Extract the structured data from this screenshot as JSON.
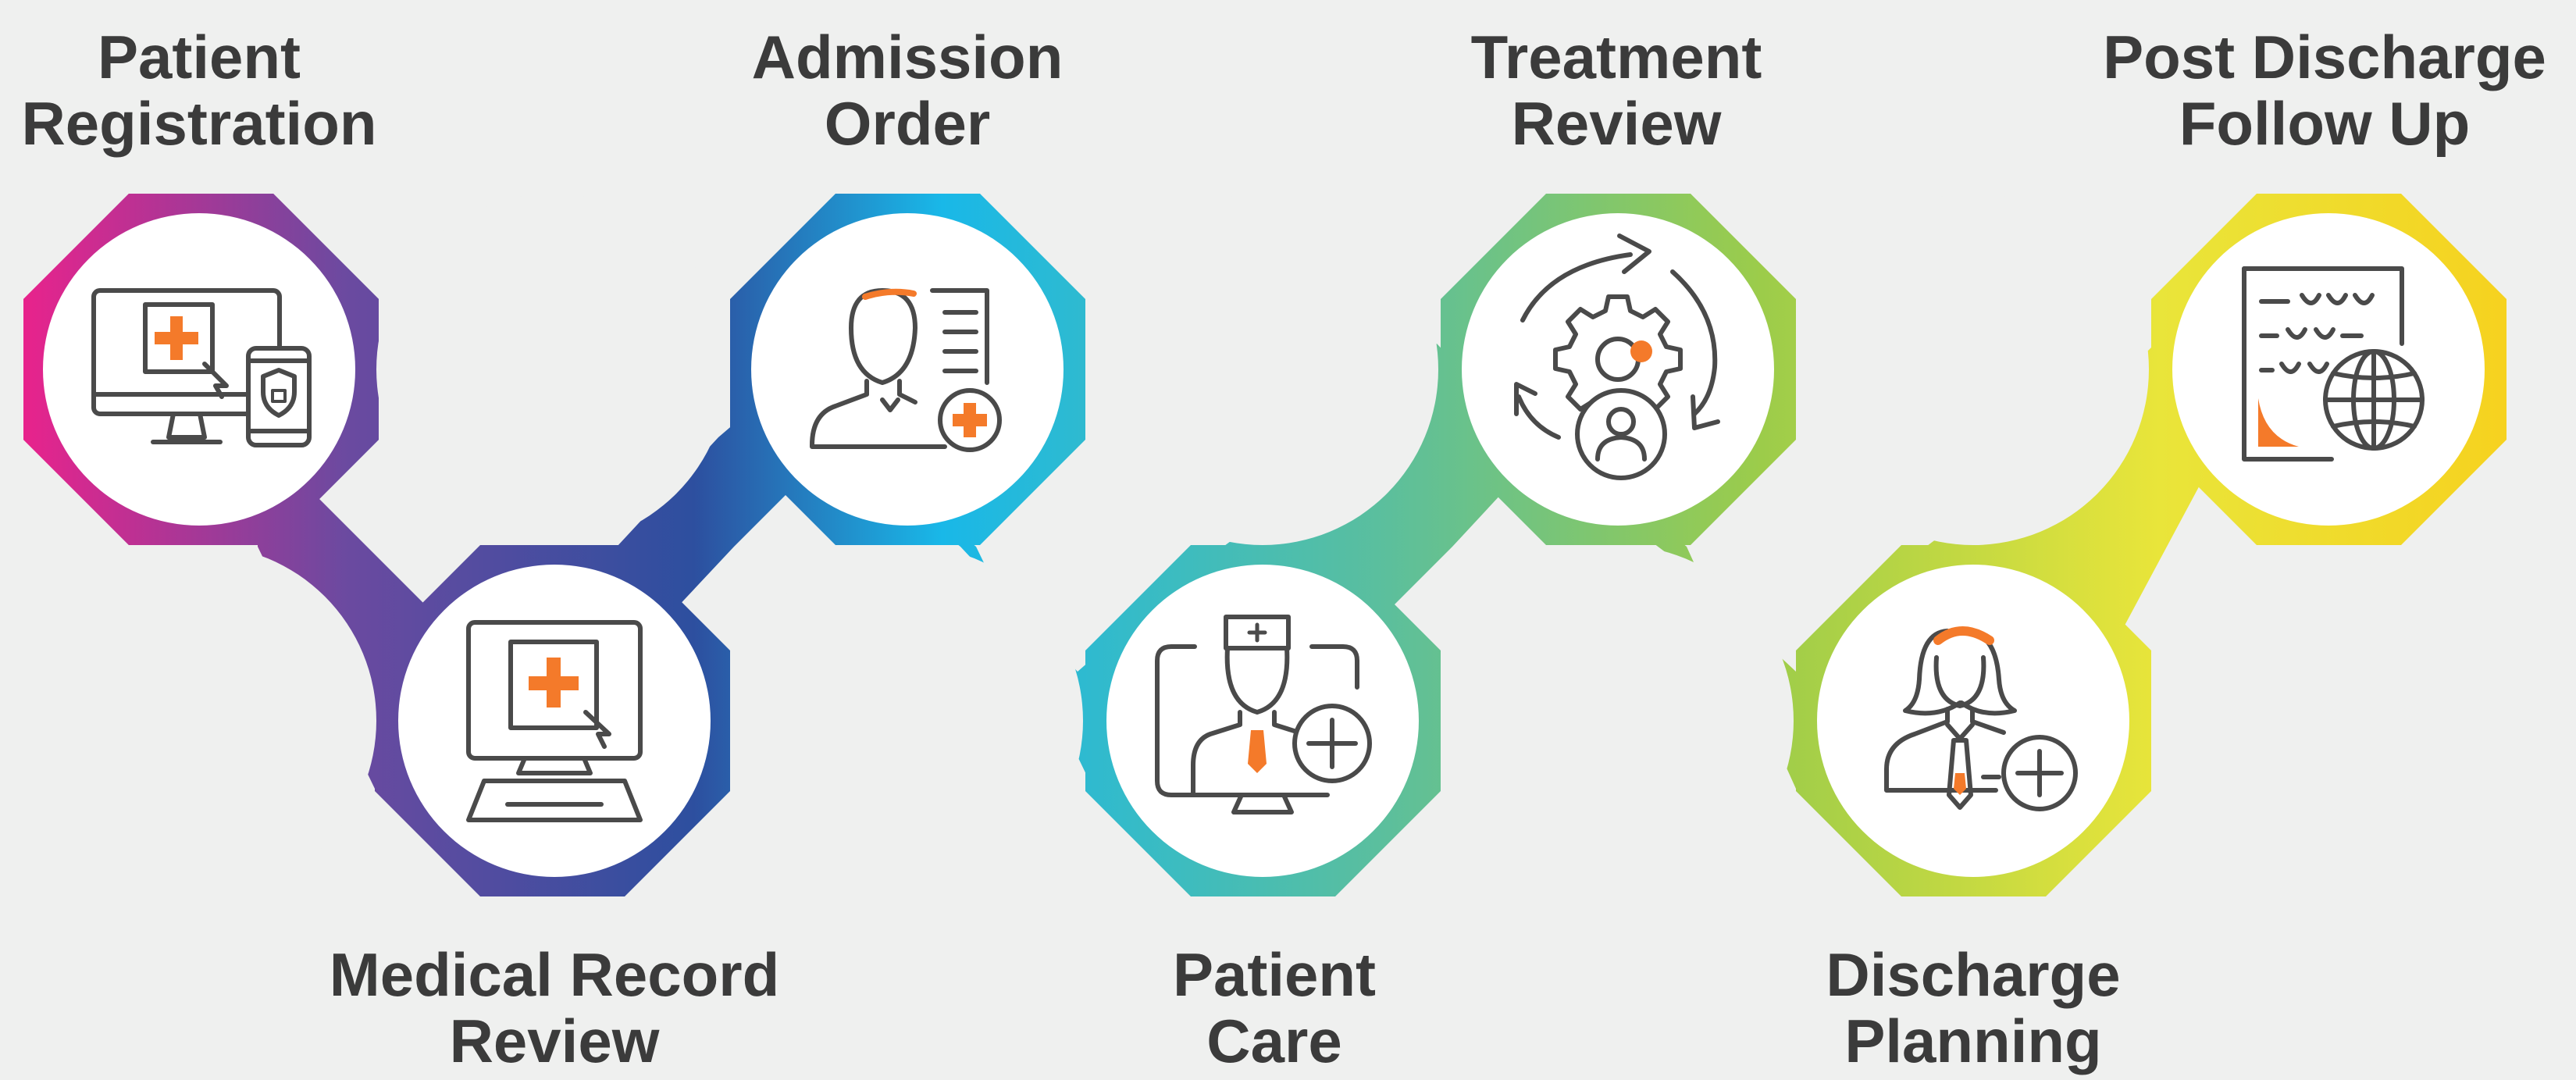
{
  "steps": [
    {
      "line1": "Patient",
      "line2": "Registration",
      "icon": "computer-phone-medical-icon"
    },
    {
      "line1": "Medical Record",
      "line2": "Review",
      "icon": "computer-medical-record-icon"
    },
    {
      "line1": "Admission",
      "line2": "Order",
      "icon": "doctor-document-icon"
    },
    {
      "line1": "Patient",
      "line2": "Care",
      "icon": "doctor-monitor-icon"
    },
    {
      "line1": "Treatment",
      "line2": "Review",
      "icon": "gear-cycle-person-icon"
    },
    {
      "line1": "Discharge",
      "line2": "Planning",
      "icon": "nurse-plus-icon"
    },
    {
      "line1": "Post Discharge",
      "line2": "Follow Up",
      "icon": "document-globe-icon"
    }
  ],
  "colors": {
    "background": "#eff0ef",
    "text": "#3b3b3b",
    "icon_stroke": "#4a4a4a",
    "icon_accent": "#f47a2a",
    "gradient": [
      "#e8238c",
      "#6b4aa0",
      "#2d4f9f",
      "#19b8e8",
      "#5cbf9c",
      "#9ccc4a",
      "#e9e53a",
      "#f6d21f"
    ]
  }
}
